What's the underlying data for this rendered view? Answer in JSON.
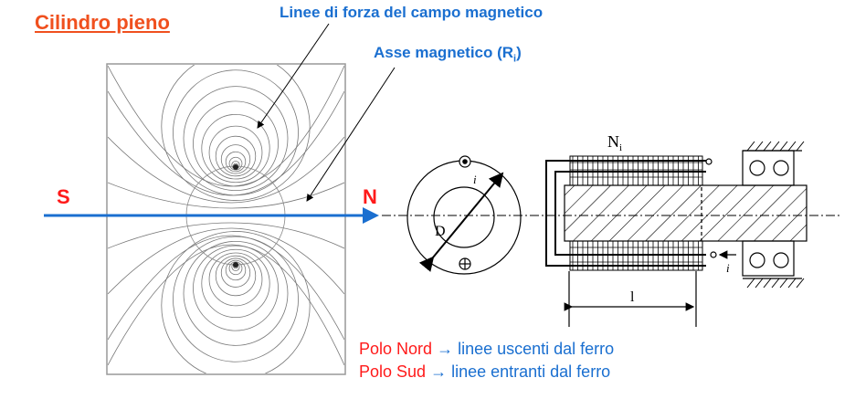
{
  "title": "Cilindro pieno",
  "labels": {
    "field_lines": "Linee di forza del campo magnetico",
    "magnetic_axis": "Asse magnetico (R",
    "magnetic_axis_sub": "i",
    "magnetic_axis_close": ")"
  },
  "poles": {
    "south": "S",
    "north": "N"
  },
  "notes": [
    {
      "pole": "Polo Nord",
      "arrow": "→",
      "text": "linee uscenti dal ferro"
    },
    {
      "pole": "Polo Sud",
      "arrow": "→",
      "text": "linee entranti dal ferro"
    }
  ],
  "drawing_labels": {
    "turns": "N",
    "turns_sub": "i",
    "current": "i",
    "current_sub": "i",
    "diameter": "D",
    "length": "l"
  },
  "colors": {
    "accent_blue": "#1a6fd0",
    "pole_red": "#ff1a1a",
    "title_orange": "#f0501e"
  }
}
